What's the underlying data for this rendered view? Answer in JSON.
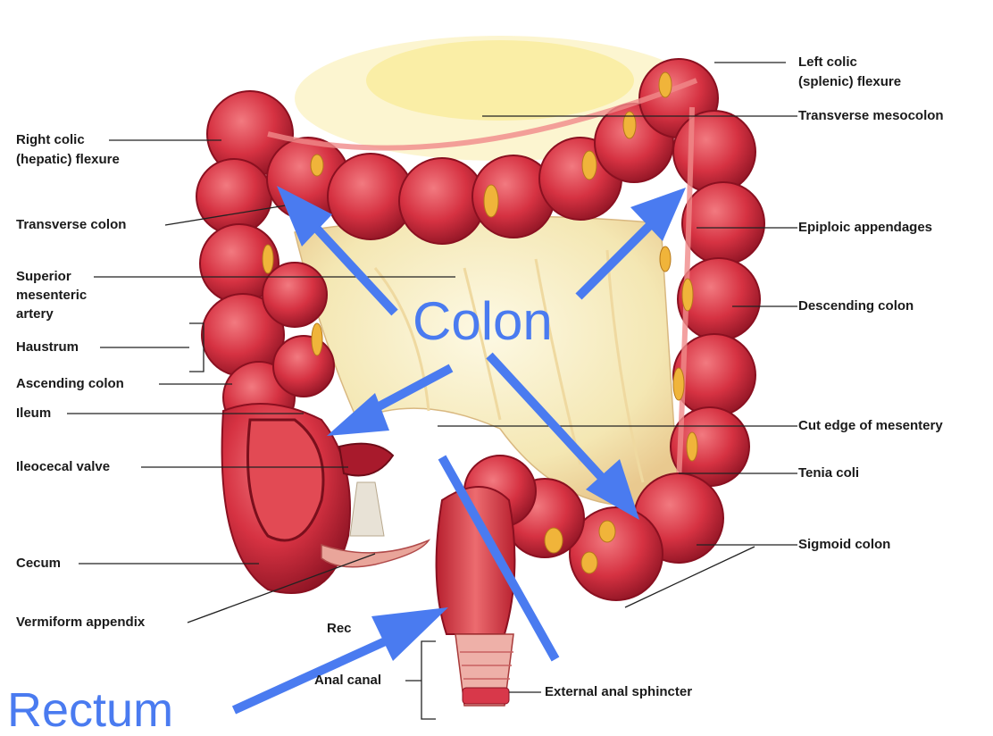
{
  "labels": {
    "right_colic_1": "Right colic",
    "right_colic_2": "(hepatic) flexure",
    "transverse_colon": "Transverse colon",
    "superior_1": "Superior",
    "superior_2": "mesenteric",
    "superior_3": "artery",
    "haustrum": "Haustrum",
    "ascending_colon": "Ascending colon",
    "ileum": "Ileum",
    "ileocecal_valve": "Ileocecal valve",
    "cecum": "Cecum",
    "vermiform_appendix": "Vermiform appendix",
    "rectum_partial": "Rec",
    "anal_canal": "Anal canal",
    "left_colic_1": "Left colic",
    "left_colic_2": "(splenic) flexure",
    "transverse_mesocolon": "Transverse mesocolon",
    "epiploic_appendages": "Epiploic appendages",
    "descending_colon": "Descending colon",
    "cut_edge_mesentery": "Cut edge of mesentery",
    "tenia_coli": "Tenia coli",
    "sigmoid_colon": "Sigmoid colon",
    "external_anal_sphincter": "External anal sphincter"
  },
  "overlay": {
    "colon": "Colon",
    "rectum": "Rectum"
  },
  "colors": {
    "annotation_blue": "#4a7bf0",
    "colon_red": "#c8283a",
    "mesentery_cream": "#f3e6b8"
  }
}
